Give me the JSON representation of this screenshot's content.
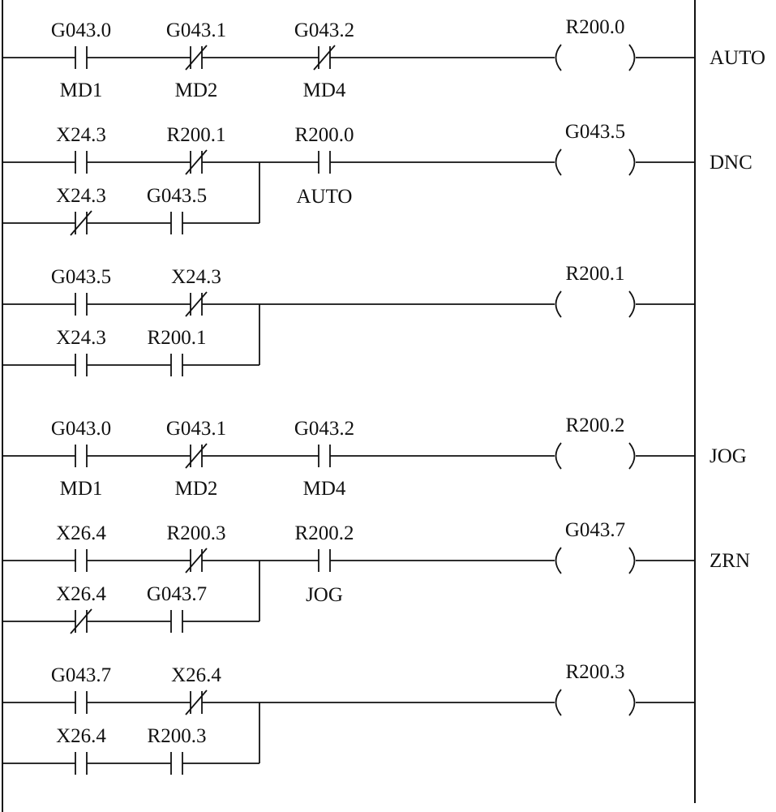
{
  "diagram": {
    "rungs": [
      {
        "main_contacts": [
          {
            "address": "G043.0",
            "type": "NO",
            "sublabel": "MD1"
          },
          {
            "address": "G043.1",
            "type": "NC",
            "sublabel": "MD2"
          },
          {
            "address": "G043.2",
            "type": "NC",
            "sublabel": "MD4"
          }
        ],
        "branch_contacts": [],
        "series_contacts": [],
        "coil": "R200.0",
        "output_label": "AUTO"
      },
      {
        "main_contacts": [
          {
            "address": "X24.3",
            "type": "NO",
            "sublabel": ""
          },
          {
            "address": "R200.1",
            "type": "NC",
            "sublabel": ""
          }
        ],
        "branch_contacts": [
          {
            "address": "X24.3",
            "type": "NC"
          },
          {
            "address": "G043.5",
            "type": "NO"
          }
        ],
        "series_contacts": [
          {
            "address": "R200.0",
            "type": "NO",
            "sublabel": "AUTO"
          }
        ],
        "coil": "G043.5",
        "output_label": "DNC"
      },
      {
        "main_contacts": [
          {
            "address": "G043.5",
            "type": "NO",
            "sublabel": ""
          },
          {
            "address": "X24.3",
            "type": "NC",
            "sublabel": ""
          }
        ],
        "branch_contacts": [
          {
            "address": "X24.3",
            "type": "NO"
          },
          {
            "address": "R200.1",
            "type": "NO"
          }
        ],
        "series_contacts": [],
        "coil": "R200.1",
        "output_label": ""
      },
      {
        "main_contacts": [
          {
            "address": "G043.0",
            "type": "NO",
            "sublabel": "MD1"
          },
          {
            "address": "G043.1",
            "type": "NC",
            "sublabel": "MD2"
          },
          {
            "address": "G043.2",
            "type": "NO",
            "sublabel": "MD4"
          }
        ],
        "branch_contacts": [],
        "series_contacts": [],
        "coil": "R200.2",
        "output_label": "JOG"
      },
      {
        "main_contacts": [
          {
            "address": "X26.4",
            "type": "NO",
            "sublabel": ""
          },
          {
            "address": "R200.3",
            "type": "NC",
            "sublabel": ""
          }
        ],
        "branch_contacts": [
          {
            "address": "X26.4",
            "type": "NC"
          },
          {
            "address": "G043.7",
            "type": "NO"
          }
        ],
        "series_contacts": [
          {
            "address": "R200.2",
            "type": "NO",
            "sublabel": "JOG"
          }
        ],
        "coil": "G043.7",
        "output_label": "ZRN"
      },
      {
        "main_contacts": [
          {
            "address": "G043.7",
            "type": "NO",
            "sublabel": ""
          },
          {
            "address": "X26.4",
            "type": "NC",
            "sublabel": ""
          }
        ],
        "branch_contacts": [
          {
            "address": "X26.4",
            "type": "NO"
          },
          {
            "address": "R200.3",
            "type": "NO"
          }
        ],
        "series_contacts": [],
        "coil": "R200.3",
        "output_label": ""
      }
    ]
  }
}
